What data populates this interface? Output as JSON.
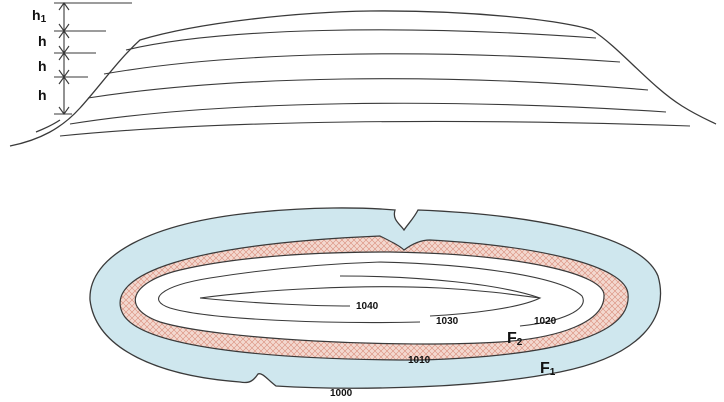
{
  "profile": {
    "height_labels": [
      "h",
      "h",
      "h"
    ],
    "top_label": {
      "base": "h",
      "subscript": "1"
    }
  },
  "contours": {
    "values": [
      "1000",
      "1010",
      "1020",
      "1030",
      "1040"
    ]
  },
  "areas": [
    {
      "base": "F",
      "subscript": "1"
    },
    {
      "base": "F",
      "subscript": "2"
    }
  ],
  "colors": {
    "outer_band": "#cfe7ee",
    "hatched_band": "#f3d8cf",
    "hatch_line": "#d98c7a",
    "line": "#3a3a3a"
  }
}
